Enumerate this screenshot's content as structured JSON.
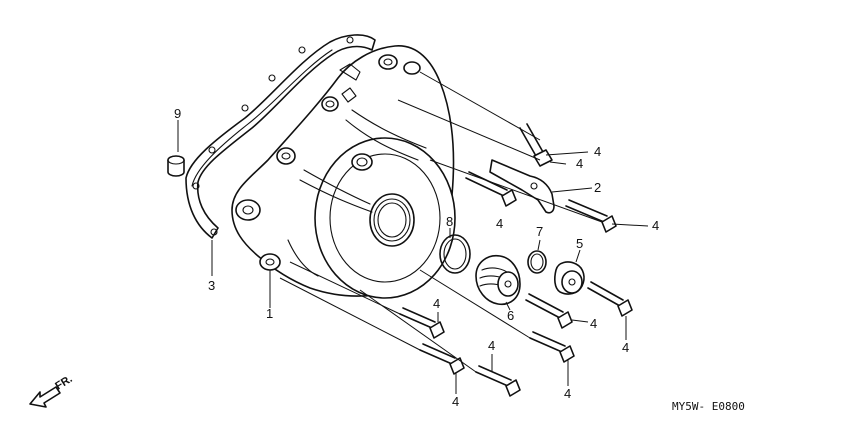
{
  "diagram": {
    "code": "MY5W- E0800",
    "direction_label": "FR.",
    "callouts": {
      "c1": "1",
      "c2": "2",
      "c3": "3",
      "c4a": "4",
      "c4b": "4",
      "c4c": "4",
      "c4d": "4",
      "c4e": "4",
      "c4f": "4",
      "c4g": "4",
      "c4h": "4",
      "c4i": "4",
      "c4j": "4",
      "c5": "5",
      "c6": "6",
      "c7": "7",
      "c8": "8",
      "c9": "9"
    }
  }
}
